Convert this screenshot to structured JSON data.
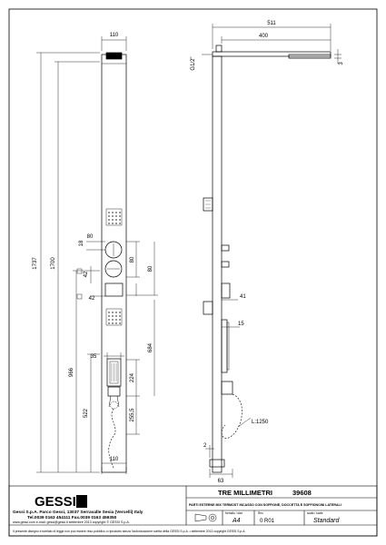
{
  "dimensions": {
    "front_width_top": "110",
    "front_width_bottom": "110",
    "total_height": "1737",
    "height_1700": "1700",
    "height_966": "966",
    "height_522": "522",
    "dim_80_a": "80",
    "dim_18": "18",
    "dim_80_b": "80",
    "dim_80_c": "80",
    "dim_42_a": "42",
    "dim_42_b": "42",
    "dim_35": "35",
    "dim_224": "224",
    "dim_684": "684",
    "dim_255": "255,5",
    "side_511": "511",
    "side_400": "400",
    "side_g12": "G1/2\"",
    "side_3": "3",
    "side_41": "41",
    "side_15": "15",
    "side_L1250": "L:1250",
    "side_2": "2",
    "side_63": "63"
  },
  "title_block": {
    "logo": "GESSI",
    "product_title": "TRE MILLIMETRI",
    "product_code": "39608",
    "description": "PARTI ESTERNE MIX TERMOST INCASSO CON SOFFIONE, DOCCETTA E SOFFIONCINI LATERALI",
    "company_line1": "Gessi S.p.A. Parco Gessi, 13037 Serravalle Sesia (Vercelli) Italy",
    "company_line2": "Tel.0039 0163 454111 Fax.0039 0163 459350",
    "company_line3": "www.gessi.com  e-mail: gessi@gessi.it  settembre 2013 copyright © GESSI S.p.A.",
    "format_label": "formato / size",
    "format_value": "A4",
    "rev_label": "Rev.",
    "rev_value": "0  R01",
    "scale_label": "scala / scale",
    "scale_value": "Standard",
    "footer_note": "Il presente disegno è tutelato di legge non può essere reso pubblico o riprodotto senza l'autorizzazione scritta della GESSI S.p.A.  •  settembre 2013 copyright GESSI S.p.A."
  }
}
